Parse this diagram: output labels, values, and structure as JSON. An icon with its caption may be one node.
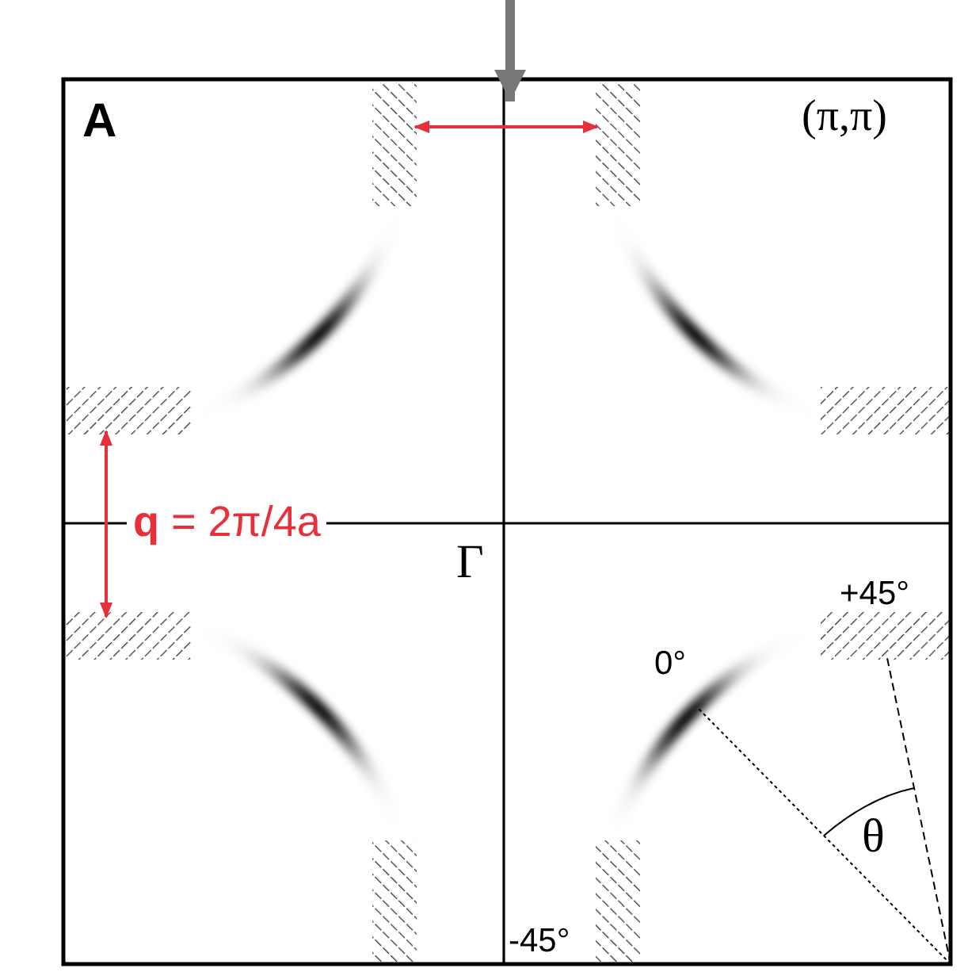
{
  "diagram": {
    "labels": [
      "A",
      "(π,π)",
      "**q** = 2π/4a",
      "Γ",
      "+45°",
      "0°",
      "θ",
      "-45°"
    ]
  }
}
